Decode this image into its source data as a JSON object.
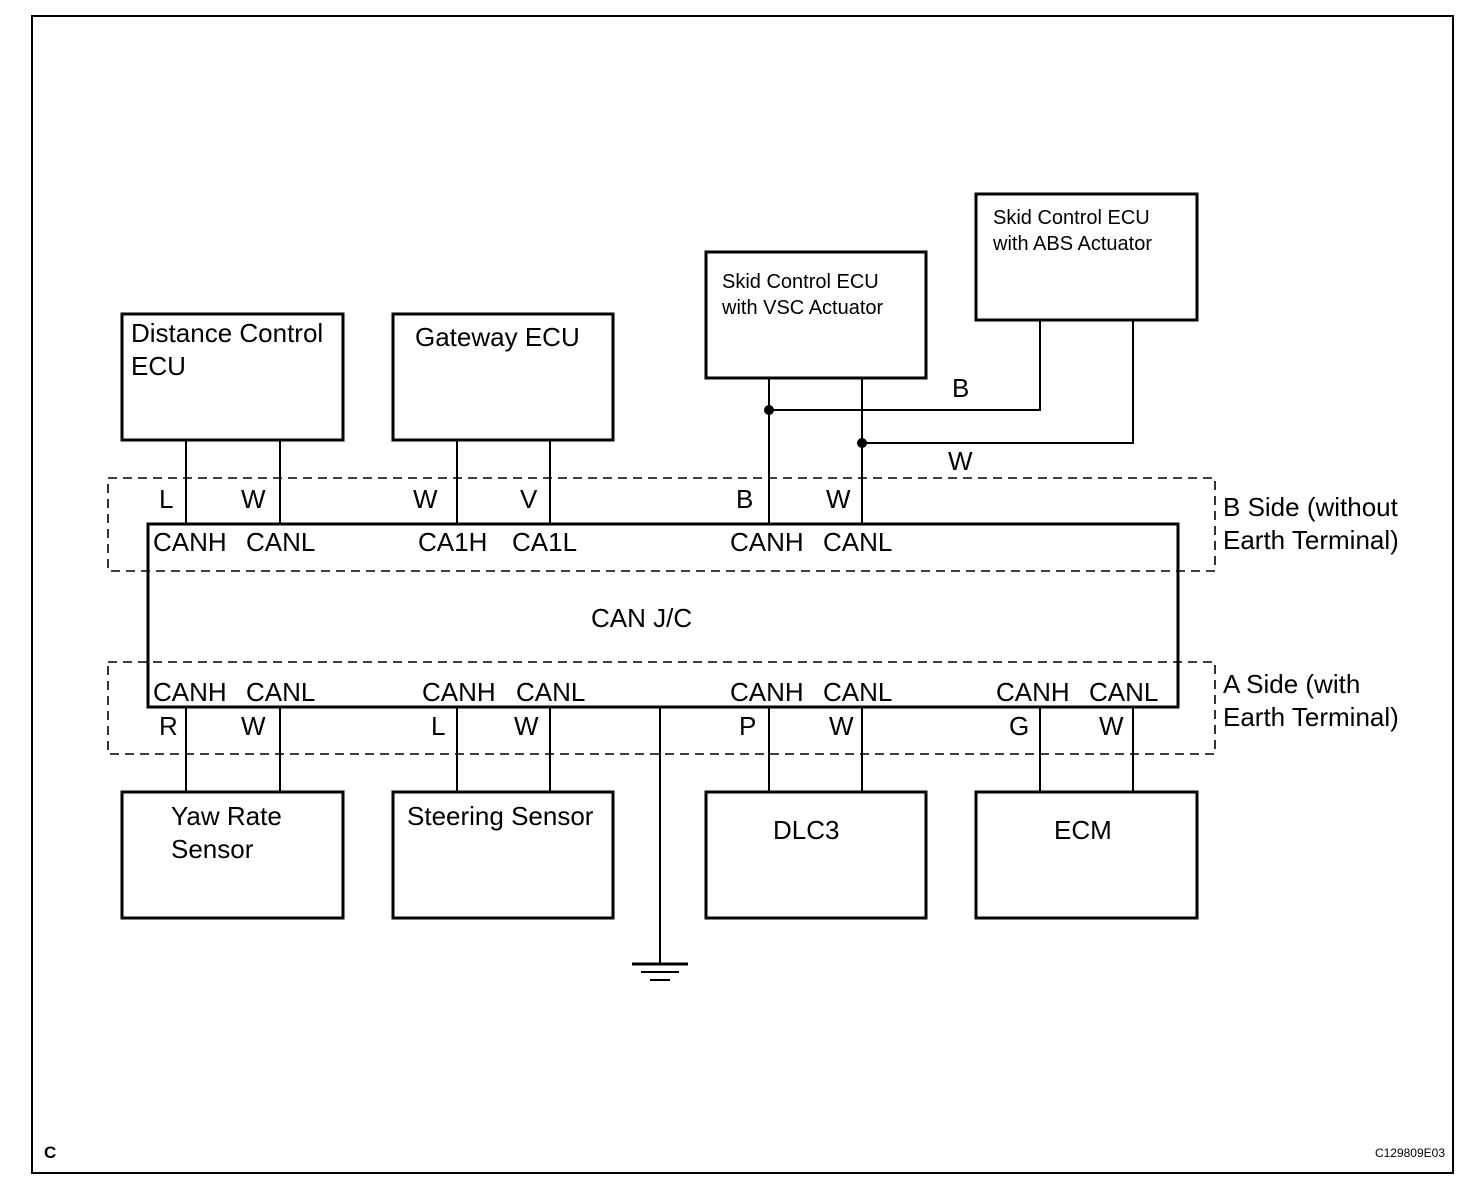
{
  "figure_letter": "C",
  "figure_code": "C129809E03",
  "junction": {
    "label": "CAN J/C"
  },
  "sides": {
    "b_side": [
      "B Side (without",
      "Earth Terminal)"
    ],
    "a_side": [
      "A Side (with",
      "Earth Terminal)"
    ]
  },
  "ecus": {
    "distance_control": [
      "Distance Control",
      "ECU"
    ],
    "gateway": [
      "Gateway ECU"
    ],
    "skid_vsc": [
      "Skid Control ECU",
      "with VSC Actuator"
    ],
    "skid_abs": [
      "Skid Control ECU",
      "with ABS Actuator"
    ],
    "yaw_rate": [
      "Yaw Rate",
      "Sensor"
    ],
    "steering": [
      "Steering Sensor"
    ],
    "dlc3": [
      "DLC3"
    ],
    "ecm": [
      "ECM"
    ]
  },
  "b_pins": [
    {
      "name": "CANH",
      "color": "L"
    },
    {
      "name": "CANL",
      "color": "W"
    },
    {
      "name": "CA1H",
      "color": "W"
    },
    {
      "name": "CA1L",
      "color": "V"
    },
    {
      "name": "CANH",
      "color": "B"
    },
    {
      "name": "CANL",
      "color": "W"
    }
  ],
  "a_pins": [
    {
      "name": "CANH",
      "color": "R"
    },
    {
      "name": "CANL",
      "color": "W"
    },
    {
      "name": "CANH",
      "color": "L"
    },
    {
      "name": "CANL",
      "color": "W"
    },
    {
      "name": "CANH",
      "color": "P"
    },
    {
      "name": "CANL",
      "color": "W"
    },
    {
      "name": "CANH",
      "color": "G"
    },
    {
      "name": "CANL",
      "color": "W"
    }
  ],
  "abs_branch": {
    "b_wire": "B",
    "w_wire": "W"
  }
}
